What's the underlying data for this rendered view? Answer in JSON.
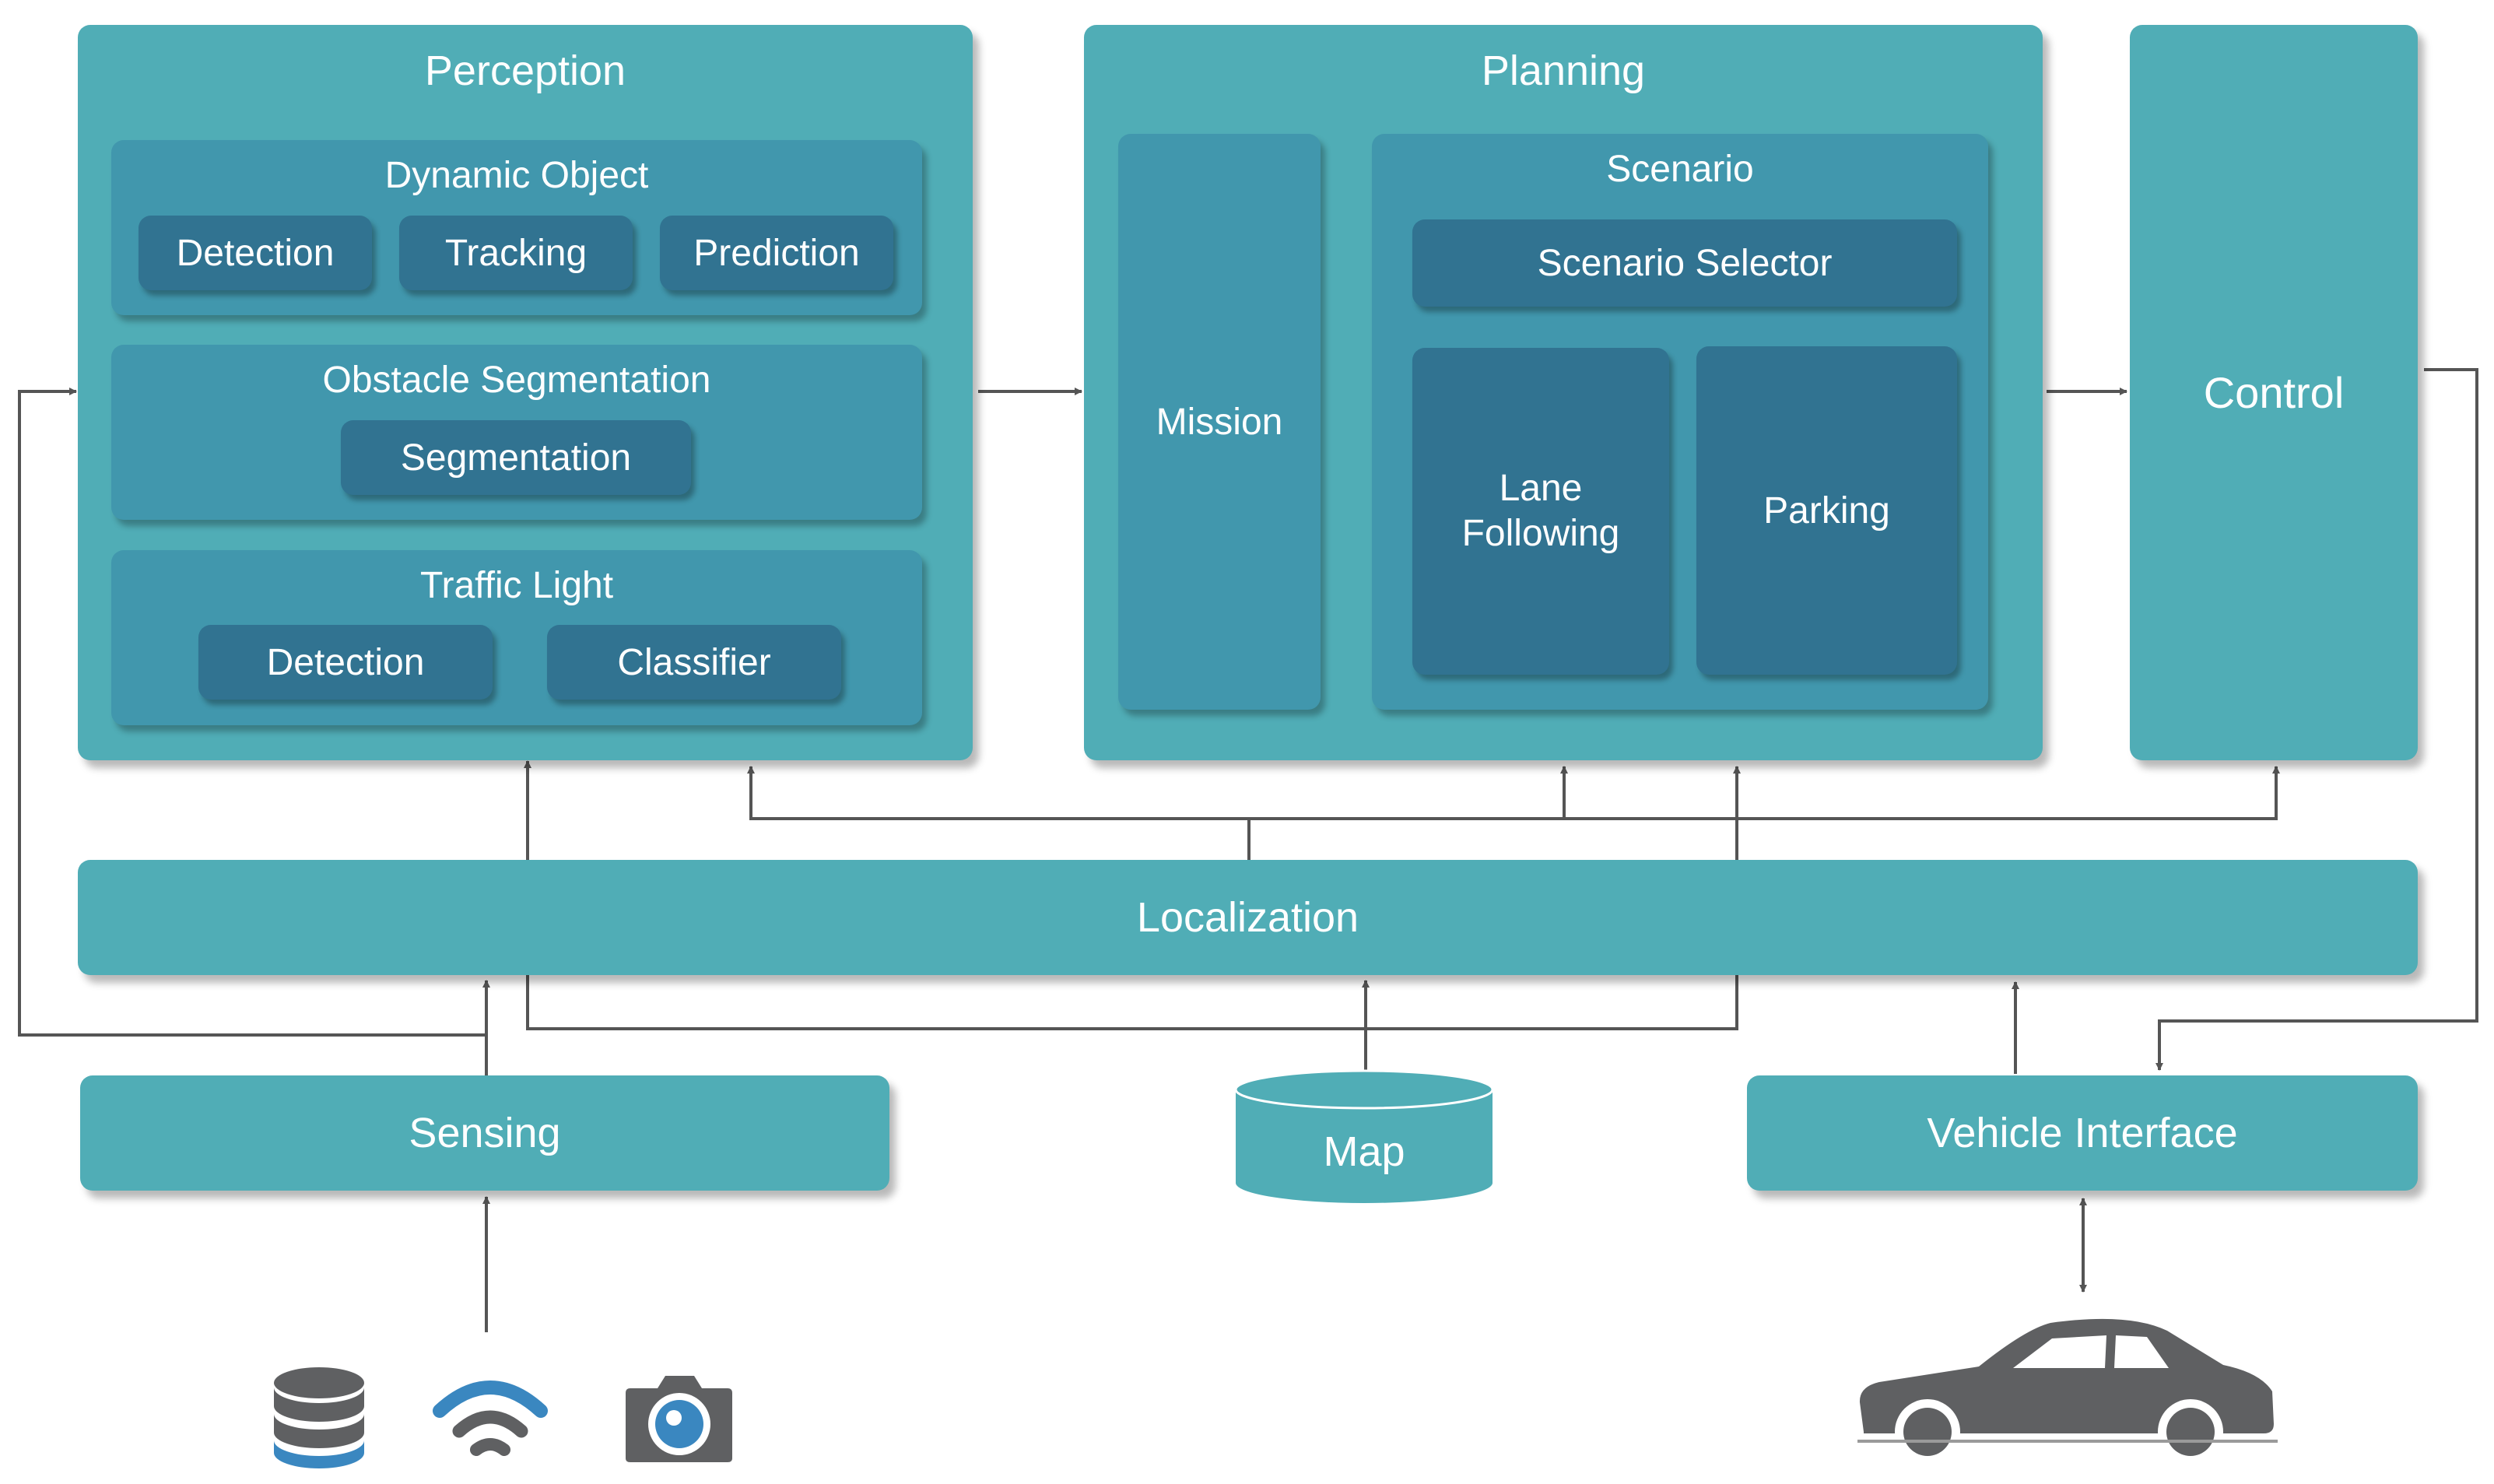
{
  "perception": {
    "title": "Perception",
    "dynamic_object": {
      "title": "Dynamic Object",
      "detection": "Detection",
      "tracking": "Tracking",
      "prediction": "Prediction"
    },
    "obstacle_segmentation": {
      "title": "Obstacle Segmentation",
      "segmentation": "Segmentation"
    },
    "traffic_light": {
      "title": "Traffic Light",
      "detection": "Detection",
      "classifier": "Classifier"
    }
  },
  "planning": {
    "title": "Planning",
    "mission": "Mission",
    "scenario": {
      "title": "Scenario",
      "selector": "Scenario Selector",
      "lane_following": "Lane\nFollowing",
      "parking": "Parking"
    }
  },
  "control": "Control",
  "localization": "Localization",
  "sensing": "Sensing",
  "map": "Map",
  "vehicle_interface": "Vehicle Interface",
  "colors": {
    "outer_box": "#50adb6",
    "middle_box": "#4197ad",
    "inner_box": "#317391",
    "arrow": "#555555",
    "icon_gray": "#5f6062",
    "icon_blue": "#3a87c0"
  },
  "icons": [
    "database-icon",
    "wireless-icon",
    "camera-icon",
    "car-icon"
  ]
}
